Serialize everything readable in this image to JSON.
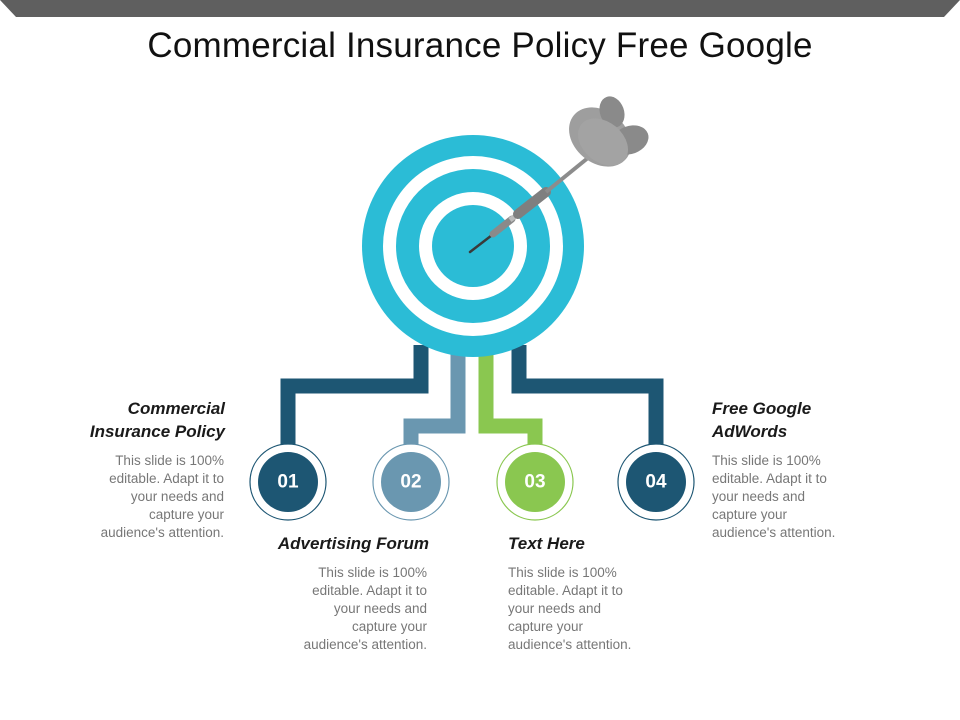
{
  "title": "Commercial Insurance Policy Free Google",
  "colors": {
    "top_bar": "#5f5f5f",
    "target_cyan": "#2bbcd6",
    "dark_navy": "#1d5673",
    "steel_blue": "#6a97b0",
    "green": "#8ac750",
    "dart_gray": "#9a9a9a"
  },
  "icons": [
    "target-icon",
    "dart-icon"
  ],
  "steps": [
    {
      "number": "01",
      "heading_lines": [
        "Commercial",
        "Insurance Policy"
      ],
      "body_lines": [
        "This slide is 100%",
        "editable. Adapt it to",
        "your needs and",
        "capture your",
        "audience's attention."
      ]
    },
    {
      "number": "02",
      "heading_lines": [
        "Advertising Forum"
      ],
      "body_lines": [
        "This slide is 100%",
        "editable. Adapt it to",
        "your needs and",
        "capture your",
        "audience's attention."
      ]
    },
    {
      "number": "03",
      "heading_lines": [
        "Text Here"
      ],
      "body_lines": [
        "This slide is 100%",
        "editable. Adapt it to",
        "your needs and",
        "capture your",
        "audience's attention."
      ]
    },
    {
      "number": "04",
      "heading_lines": [
        "Free Google",
        "AdWords"
      ],
      "body_lines": [
        "This slide is 100%",
        "editable. Adapt it to",
        "your needs and",
        "capture your",
        "audience's attention."
      ]
    }
  ]
}
